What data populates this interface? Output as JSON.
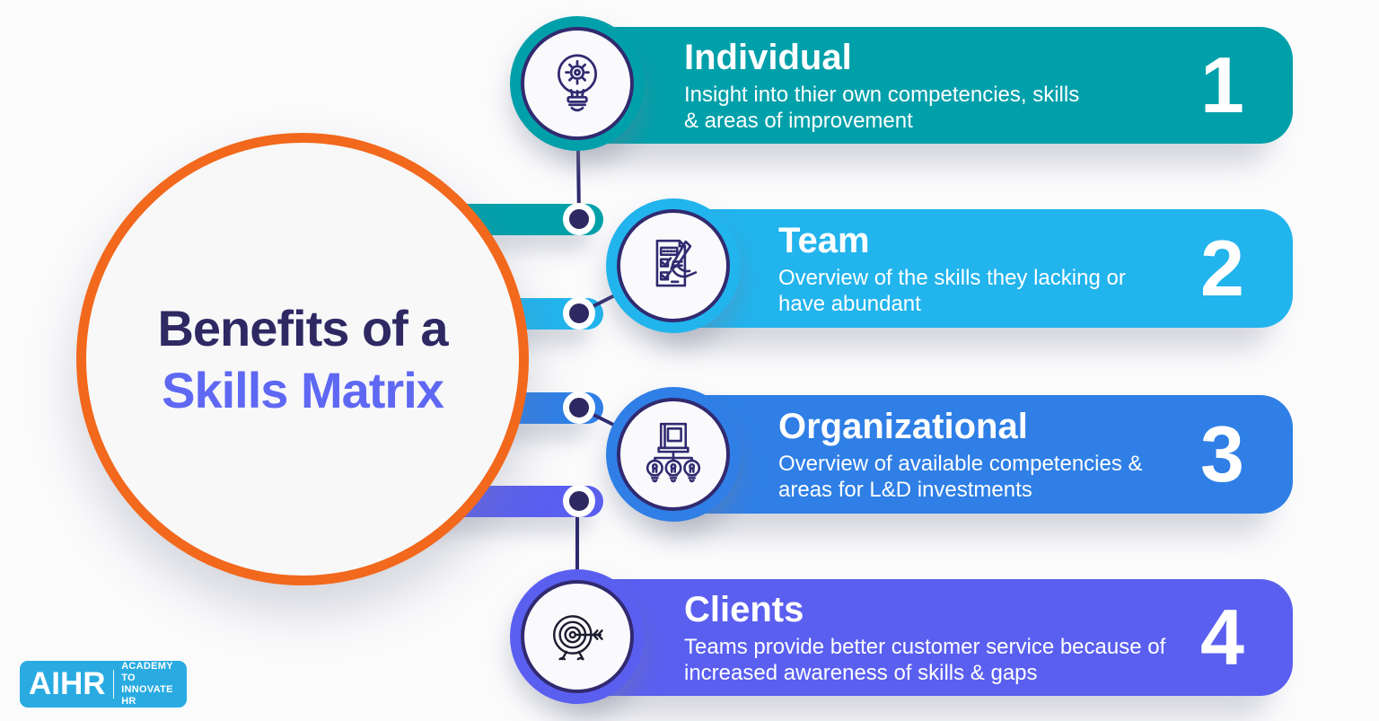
{
  "colors": {
    "background": "#FBFBFC",
    "navy": "#2E2963",
    "periwinkle": "#5E68F3",
    "orange": "#F2681C",
    "icon_outline": "#312A70",
    "logo_blue": "#29ABE2",
    "teal": "#00A0AA",
    "sky": "#22B4ED",
    "blue": "#2F7FE6",
    "purple": "#5A5FF0"
  },
  "title": {
    "line1": "Benefits of a",
    "line2": "Skills Matrix"
  },
  "items": [
    {
      "number": "1",
      "heading": "Individual",
      "desc_line1": "Insight into thier own competencies, skills",
      "desc_line2": "& areas of improvement",
      "color": "#00A0AA",
      "icon": "lightbulb-gear-icon"
    },
    {
      "number": "2",
      "heading": "Team",
      "desc_line1": "Overview of the skills they lacking or",
      "desc_line2": "have abundant",
      "color": "#22B4ED",
      "icon": "checklist-hand-icon"
    },
    {
      "number": "3",
      "heading": "Organizational",
      "desc_line1": "Overview of available competencies &",
      "desc_line2": "areas for L&D investments",
      "color": "#2F7FE6",
      "icon": "org-network-bulbs-icon"
    },
    {
      "number": "4",
      "heading": "Clients",
      "desc_line1": "Teams provide better customer service because of",
      "desc_line2": "increased awareness of skills & gaps",
      "color": "#5A5FF0",
      "icon": "target-arrow-icon"
    }
  ],
  "logo": {
    "brand": "AIHR",
    "tagline_line1": "ACADEMY TO",
    "tagline_line2": "INNOVATE HR"
  }
}
